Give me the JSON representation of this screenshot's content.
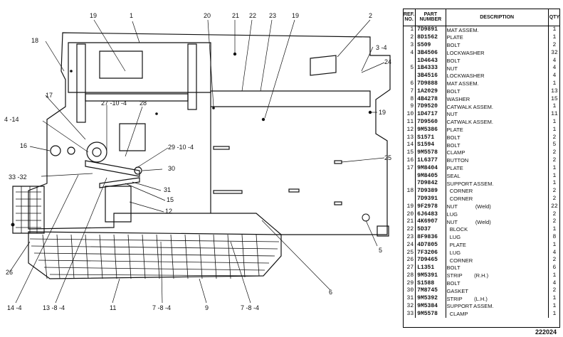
{
  "callouts": [
    {
      "label": "19"
    },
    {
      "label": "1"
    },
    {
      "label": "20"
    },
    {
      "label": "21"
    },
    {
      "label": "22"
    },
    {
      "label": "23"
    },
    {
      "label": "19"
    },
    {
      "label": "2"
    },
    {
      "label": "3 -4"
    },
    {
      "label": "24"
    },
    {
      "label": "18"
    },
    {
      "label": "17"
    },
    {
      "label": "4 -14"
    },
    {
      "label": "16"
    },
    {
      "label": "27 -10 -4"
    },
    {
      "label": "28"
    },
    {
      "label": "29 -10 -4"
    },
    {
      "label": "30"
    },
    {
      "label": "33 -32"
    },
    {
      "label": "31"
    },
    {
      "label": "15"
    },
    {
      "label": "12"
    },
    {
      "label": "19"
    },
    {
      "label": "25"
    },
    {
      "label": "5"
    },
    {
      "label": "26"
    },
    {
      "label": "6"
    },
    {
      "label": "14 -4"
    },
    {
      "label": "13 -8 -4"
    },
    {
      "label": "11"
    },
    {
      "label": "7 -8 -4"
    },
    {
      "label": "9"
    },
    {
      "label": "7 -8 -4"
    }
  ],
  "table": {
    "headers": {
      "ref": "REF. NO.",
      "part": "PART NUMBER",
      "desc": "DESCRIPTION",
      "qty": "QTY"
    },
    "rows": [
      {
        "ref": "1",
        "part": "7D9891",
        "desc": "MAT ASSEM.",
        "qty": "1"
      },
      {
        "ref": "2",
        "part": "8D1562",
        "desc": "PLATE",
        "qty": "1"
      },
      {
        "ref": "3",
        "part": "S509",
        "desc": "BOLT",
        "qty": "2"
      },
      {
        "ref": "4",
        "part": "3B4506",
        "desc": "LOCKWASHER",
        "qty": "32"
      },
      {
        "ref": "",
        "part": "1D4643",
        "desc": "BOLT",
        "qty": "4"
      },
      {
        "ref": "5",
        "part": "1B4333",
        "desc": "NUT",
        "qty": "4"
      },
      {
        "ref": "",
        "part": "3B4516",
        "desc": "LOCKWASHER",
        "qty": "4"
      },
      {
        "ref": "6",
        "part": "7D9888",
        "desc": "MAT ASSEM.",
        "qty": "1"
      },
      {
        "ref": "7",
        "part": "1A2029",
        "desc": "BOLT",
        "qty": "13"
      },
      {
        "ref": "8",
        "part": "4B4278",
        "desc": "WASHER",
        "qty": "15"
      },
      {
        "ref": "9",
        "part": "7D9520",
        "desc": "CATWALK ASSEM.",
        "qty": "1"
      },
      {
        "ref": "10",
        "part": "1D4717",
        "desc": "NUT",
        "qty": "11"
      },
      {
        "ref": "11",
        "part": "7D9560",
        "desc": "CATWALK ASSEM.",
        "qty": "1"
      },
      {
        "ref": "12",
        "part": "9M5386",
        "desc": "PLATE",
        "qty": "1"
      },
      {
        "ref": "13",
        "part": "S1571",
        "desc": "BOLT",
        "qty": "2"
      },
      {
        "ref": "14",
        "part": "S1594",
        "desc": "BOLT",
        "qty": "5"
      },
      {
        "ref": "15",
        "part": "9M5578",
        "desc": "CLAMP",
        "qty": "2"
      },
      {
        "ref": "16",
        "part": "1L6377",
        "desc": "BUTTON",
        "qty": "2"
      },
      {
        "ref": "17",
        "part": "9M8404",
        "desc": "PLATE",
        "qty": "1"
      },
      {
        "ref": "",
        "part": "9M8405",
        "desc": "SEAL",
        "qty": "1"
      },
      {
        "ref": "",
        "part": "7D9842",
        "desc": "SUPPORT ASSEM.",
        "qty": "1"
      },
      {
        "ref": "18",
        "part": "7D9389",
        "desc": "  CORNER",
        "qty": "2"
      },
      {
        "ref": "",
        "part": "7D9391",
        "desc": "  CORNER",
        "qty": "2"
      },
      {
        "ref": "19",
        "part": "9F2978",
        "desc": "NUT            (Weld)",
        "qty": "22"
      },
      {
        "ref": "20",
        "part": "6J6483",
        "desc": "LUG",
        "qty": "2"
      },
      {
        "ref": "21",
        "part": "4K6907",
        "desc": "NUT            (Weld)",
        "qty": "2"
      },
      {
        "ref": "22",
        "part": "5D37",
        "desc": "  BLOCK",
        "qty": "1"
      },
      {
        "ref": "23",
        "part": "8F9836",
        "desc": "  LUG",
        "qty": "8"
      },
      {
        "ref": "24",
        "part": "4D7805",
        "desc": "  PLATE",
        "qty": "1"
      },
      {
        "ref": "25",
        "part": "7F3206",
        "desc": "  LUG",
        "qty": "4"
      },
      {
        "ref": "26",
        "part": "7D9465",
        "desc": "  CORNER",
        "qty": "2"
      },
      {
        "ref": "27",
        "part": "L1351",
        "desc": "BOLT",
        "qty": "6"
      },
      {
        "ref": "28",
        "part": "9M5391",
        "desc": "STRIP        (R.H.)",
        "qty": "1"
      },
      {
        "ref": "29",
        "part": "S1588",
        "desc": "BOLT",
        "qty": "4"
      },
      {
        "ref": "30",
        "part": "7M8745",
        "desc": "GASKET",
        "qty": "2"
      },
      {
        "ref": "31",
        "part": "9M5392",
        "desc": "STRIP        (L.H.)",
        "qty": "1"
      },
      {
        "ref": "32",
        "part": "9M5384",
        "desc": "SUPPORT ASSEM.",
        "qty": "1"
      },
      {
        "ref": "33",
        "part": "9M5578",
        "desc": "  CLAMP",
        "qty": "1"
      }
    ]
  },
  "drawing_number": "222024"
}
